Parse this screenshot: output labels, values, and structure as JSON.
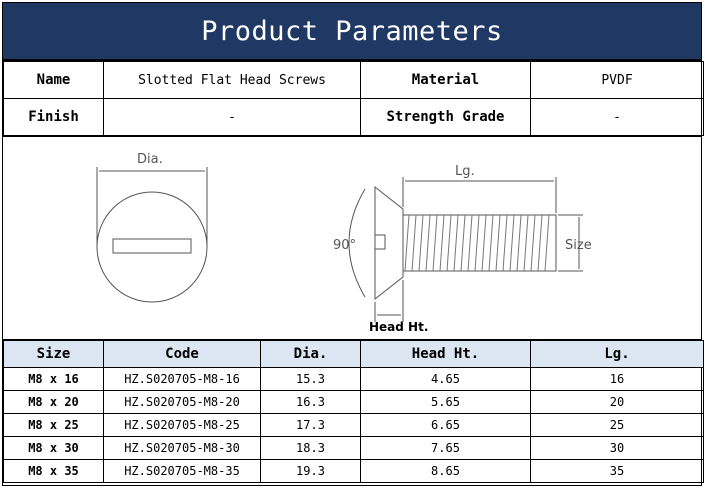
{
  "title": "Product Parameters",
  "info": {
    "name_label": "Name",
    "name_value": "Slotted Flat Head Screws",
    "material_label": "Material",
    "material_value": "PVDF",
    "finish_label": "Finish",
    "finish_value": "-",
    "strength_label": "Strength Grade",
    "strength_value": "-"
  },
  "diagram": {
    "dia_label": "Dia.",
    "lg_label": "Lg.",
    "angle_label": "90°",
    "size_label": "Size",
    "head_label": "Head Ht."
  },
  "spec": {
    "headers": [
      "Size",
      "Code",
      "Dia.",
      "Head Ht.",
      "Lg."
    ],
    "rows": [
      [
        "M8 x 16",
        "HZ.S020705-M8-16",
        "15.3",
        "4.65",
        "16"
      ],
      [
        "M8 x 20",
        "HZ.S020705-M8-20",
        "16.3",
        "5.65",
        "20"
      ],
      [
        "M8 x 25",
        "HZ.S020705-M8-25",
        "17.3",
        "6.65",
        "25"
      ],
      [
        "M8 x 30",
        "HZ.S020705-M8-30",
        "18.3",
        "7.65",
        "30"
      ],
      [
        "M8 x 35",
        "HZ.S020705-M8-35",
        "19.3",
        "8.65",
        "35"
      ]
    ]
  },
  "colors": {
    "title_bg": "#1f3864",
    "header_bg": "#dce6f2"
  }
}
